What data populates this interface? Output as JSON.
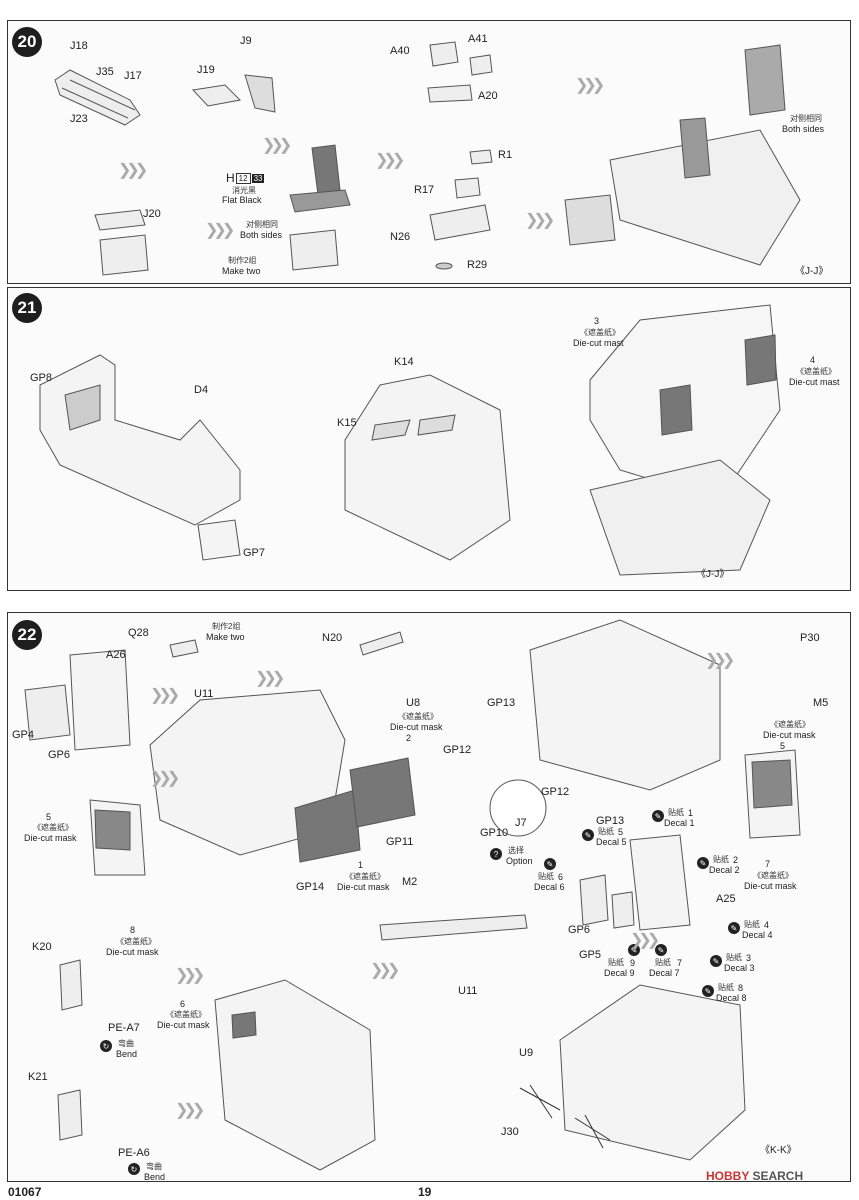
{
  "steps": {
    "s20": {
      "number": "20",
      "labels": {
        "j18": "J18",
        "j35": "J35",
        "j17": "J17",
        "j23": "J23",
        "j9": "J9",
        "j19": "J19",
        "a40": "A40",
        "a41": "A41",
        "a20": "A20",
        "r1": "R1",
        "r17": "R17",
        "n26": "N26",
        "r29": "R29",
        "j20": "J20"
      },
      "paint": {
        "h": "H",
        "n1": "12",
        "n2": "33",
        "cn": "消光黑",
        "en": "Flat Black"
      },
      "both_sides_1": {
        "cn": "对侧相同",
        "en": "Both sides"
      },
      "make_two": {
        "cn": "制作2组",
        "en": "Make two"
      },
      "both_sides_2": {
        "cn": "对侧相同",
        "en": "Both sides"
      },
      "ref": "《J-J》"
    },
    "s21": {
      "number": "21",
      "labels": {
        "gp8": "GP8",
        "d4": "D4",
        "gp7": "GP7",
        "k14": "K14",
        "k15": "K15"
      },
      "mask3": {
        "num": "3",
        "cn": "《遮盖纸》",
        "en": "Die-cut mast"
      },
      "mask4": {
        "num": "4",
        "cn": "《遮盖纸》",
        "en": "Die-cut mast"
      },
      "ref": "《J-J》"
    },
    "s22": {
      "number": "22",
      "labels": {
        "q28": "Q28",
        "u11a": "U11",
        "a26": "A26",
        "gp4": "GP4",
        "gp6": "GP6",
        "n20": "N20",
        "u8": "U8",
        "gp11": "GP11",
        "gp14": "GP14",
        "k20": "K20",
        "pea7": "PE-A7",
        "k21": "K21",
        "pea6": "PE-A6",
        "m2": "M2",
        "u11b": "U11",
        "gp13a": "GP13",
        "gp12a": "GP12",
        "gp12b": "GP12",
        "gp13b": "GP13",
        "gp10": "GP10",
        "j7": "J7",
        "p30": "P30",
        "m5": "M5",
        "a25": "A25",
        "gp6b": "GP6",
        "gp5": "GP5",
        "u9": "U9",
        "j30": "J30"
      },
      "make_two": {
        "cn": "制作2组",
        "en": "Make two"
      },
      "u8mask": {
        "cn": "《遮盖纸》",
        "en": "Die-cut mask"
      },
      "m2": {
        "num": "2"
      },
      "m1": {
        "num": "1",
        "cn": "《遮盖纸》",
        "en": "Die-cut mask"
      },
      "m5l": {
        "num": "5",
        "cn": "《遮盖纸》",
        "en": "Die-cut mask"
      },
      "m8": {
        "num": "8",
        "cn": "《遮盖纸》",
        "en": "Die-cut mask"
      },
      "m6": {
        "num": "6",
        "cn": "《遮盖纸》",
        "en": "Die-cut mask"
      },
      "m5r": {
        "num": "5",
        "cn": "《遮盖纸》",
        "en": "Die-cut mask"
      },
      "m7": {
        "num": "7",
        "cn": "《遮盖纸》",
        "en": "Die-cut mask"
      },
      "bend1": {
        "cn": "弯曲",
        "en": "Bend"
      },
      "bend2": {
        "cn": "弯曲",
        "en": "Bend"
      },
      "option": {
        "cn": "选择",
        "en": "Option"
      },
      "decals": [
        {
          "cn": "贴纸",
          "num": "1",
          "en": "Decal  1"
        },
        {
          "cn": "贴纸",
          "num": "5",
          "en": "Decal  5"
        },
        {
          "cn": "贴纸",
          "num": "2",
          "en": "Decal  2"
        },
        {
          "cn": "贴纸",
          "num": "6",
          "en": "Decal  6"
        },
        {
          "cn": "贴纸",
          "num": "4",
          "en": "Decal  4"
        },
        {
          "cn": "贴纸",
          "num": "9",
          "en": "Decal  9"
        },
        {
          "cn": "贴纸",
          "num": "7",
          "en": "Decal  7"
        },
        {
          "cn": "贴纸",
          "num": "3",
          "en": "Decal  3"
        },
        {
          "cn": "贴纸",
          "num": "8",
          "en": "Decal  8"
        }
      ],
      "ref": "《K-K》"
    }
  },
  "footer": {
    "code": "01067",
    "page": "19"
  },
  "watermark": {
    "brand": "HOBBY",
    "rest": "SEARCH"
  }
}
